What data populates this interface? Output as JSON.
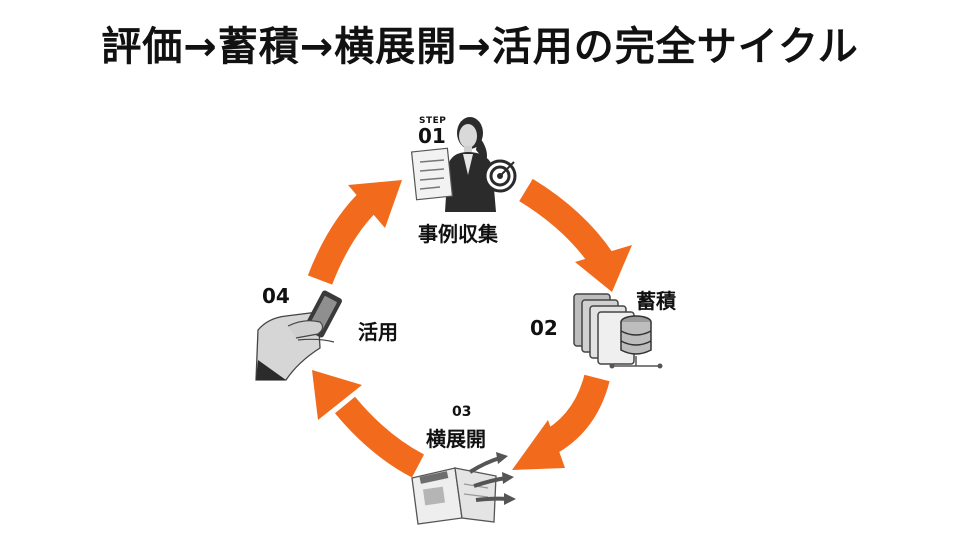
{
  "title": "評価→蓄積→横展開→活用の完全サイクル",
  "colors": {
    "arrow": "#F26B1D",
    "text": "#111111",
    "icon_dark": "#2b2b2b",
    "icon_mid": "#8c8c8c",
    "icon_light": "#d9d9d9"
  },
  "steps": [
    {
      "step_word": "STEP",
      "number": "01",
      "name": "事例収集",
      "icon": "businesswoman-target-checklist-icon"
    },
    {
      "number": "02",
      "name": "蓄積",
      "icon": "folders-database-icon"
    },
    {
      "number": "03",
      "name": "横展開",
      "icon": "brochure-arrows-icon"
    },
    {
      "number": "04",
      "name": "活用",
      "icon": "hand-smartphone-icon"
    }
  ]
}
